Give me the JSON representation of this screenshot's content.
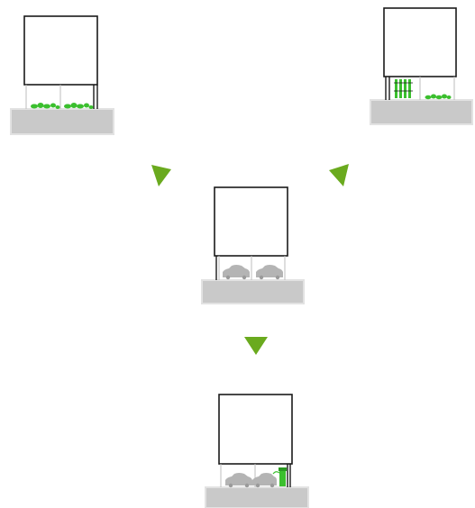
{
  "colors": {
    "outline": "#1a1a1a",
    "ground": "#c9c9c9",
    "ground_edge": "#e2e2e2",
    "arrow": "#6aaa1e",
    "plant": "#3bbf2e",
    "car": "#b4b4b4",
    "pillar": "#8c8c8c"
  },
  "scenes": [
    {
      "name": "garden-ground-floor",
      "ground_use": "plants"
    },
    {
      "name": "hydroponic-ground-floor",
      "ground_use": "plant-racks-and-plants"
    },
    {
      "name": "parking-ground-floor",
      "ground_use": "cars"
    },
    {
      "name": "parking-with-charger",
      "ground_use": "cars-and-charging-station"
    }
  ],
  "arrows": [
    {
      "name": "arrow-left-to-center",
      "direction": "down-right"
    },
    {
      "name": "arrow-right-to-center",
      "direction": "down-left"
    },
    {
      "name": "arrow-center-to-bottom",
      "direction": "down"
    }
  ]
}
